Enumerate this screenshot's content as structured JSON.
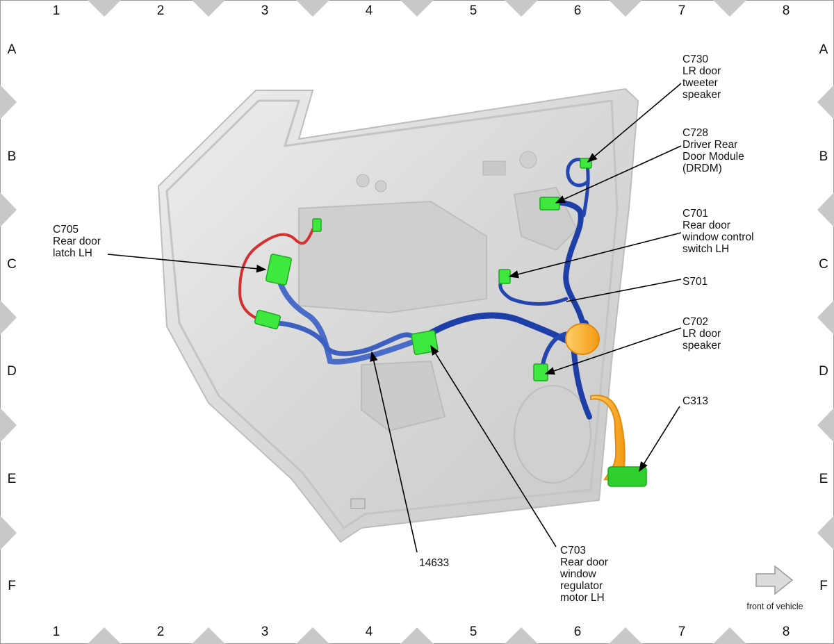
{
  "grid": {
    "columns": [
      "1",
      "2",
      "3",
      "4",
      "5",
      "6",
      "7",
      "8"
    ],
    "rows": [
      "A",
      "B",
      "C",
      "D",
      "E",
      "F"
    ]
  },
  "callouts": [
    {
      "id": "C730",
      "lines": [
        "C730",
        "LR door",
        "tweeter",
        "speaker"
      ]
    },
    {
      "id": "C728",
      "lines": [
        "C728",
        "Driver Rear",
        "Door Module",
        "(DRDM)"
      ]
    },
    {
      "id": "C701",
      "lines": [
        "C701",
        "Rear door",
        "window control",
        "switch LH"
      ]
    },
    {
      "id": "S701",
      "lines": [
        "S701"
      ]
    },
    {
      "id": "C702",
      "lines": [
        "C702",
        "LR door",
        "speaker"
      ]
    },
    {
      "id": "C313",
      "lines": [
        "C313"
      ]
    },
    {
      "id": "C705",
      "lines": [
        "C705",
        "Rear door",
        "latch LH"
      ]
    },
    {
      "id": "14633",
      "lines": [
        "14633"
      ]
    },
    {
      "id": "C703",
      "lines": [
        "C703",
        "Rear door",
        "window",
        "regulator",
        "motor LH"
      ]
    }
  ],
  "front_indicator": {
    "label": "front of vehicle",
    "icon": "arrow-right-icon"
  },
  "colors": {
    "door_panel": "#d9d9d9",
    "door_edge": "#bdbdbd",
    "harness_blue": "#1f3fa8",
    "harness_red": "#d43030",
    "connector_green": "#3ee83e",
    "speaker_orange": "#f5a020"
  }
}
